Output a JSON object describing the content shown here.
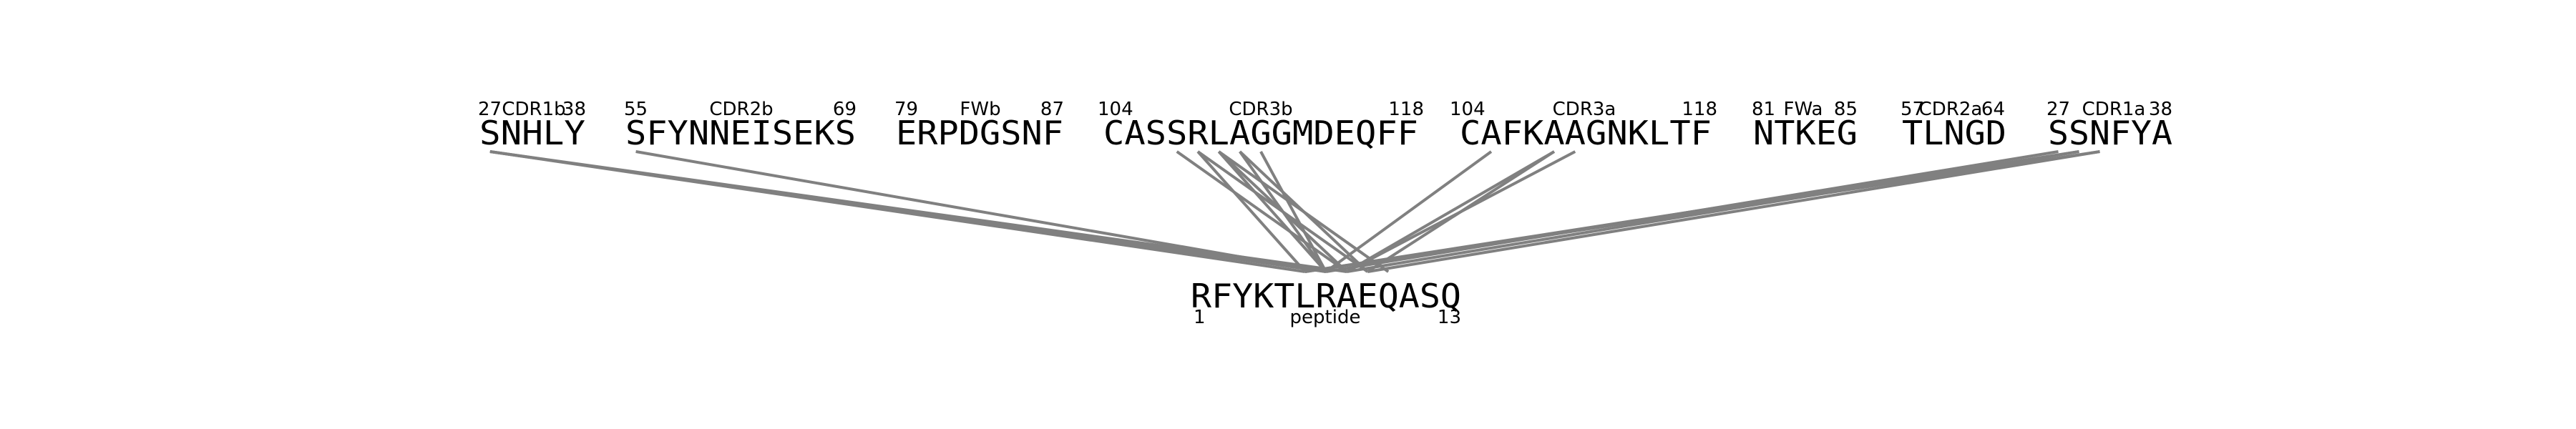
{
  "colors": {
    "links": "#808080",
    "text": "#000000",
    "background": "#ffffff"
  },
  "segments": [
    {
      "id": "cdr1b",
      "sequence": "SNHLY",
      "start": "27",
      "name": "CDR1b",
      "end": "38"
    },
    {
      "id": "cdr2b",
      "sequence": "SFYNNEISEKS",
      "start": "55",
      "name": "CDR2b",
      "end": "69"
    },
    {
      "id": "fwb",
      "sequence": "ERPDGSNF",
      "start": "79",
      "name": "FWb",
      "end": "87"
    },
    {
      "id": "cdr3b",
      "sequence": "CASSRLAGGMDEQFF",
      "start": "104",
      "name": "CDR3b",
      "end": "118"
    },
    {
      "id": "cdr3a",
      "sequence": "CAFKAAGNKLTF",
      "start": "104",
      "name": "CDR3a",
      "end": "118"
    },
    {
      "id": "fwa",
      "sequence": "NTKEG",
      "start": "81",
      "name": "FWa",
      "end": "85"
    },
    {
      "id": "cdr2a",
      "sequence": "TLNGD",
      "start": "57",
      "name": "CDR2a",
      "end": "64"
    },
    {
      "id": "cdr1a",
      "sequence": "SSNFYA",
      "start": "27",
      "name": "CDR1a",
      "end": "38"
    }
  ],
  "peptide": {
    "sequence": "RFYKTLRAEQASQ",
    "start": "1",
    "name": "peptide",
    "end": "13"
  },
  "contacts": [
    {
      "segment": "cdr1b",
      "residue": 1,
      "peptide_residue": 6
    },
    {
      "segment": "cdr1b",
      "residue": 1,
      "peptide_residue": 7
    },
    {
      "segment": "cdr1b",
      "residue": 1,
      "peptide_residue": 8
    },
    {
      "segment": "cdr2b",
      "residue": 1,
      "peptide_residue": 7
    },
    {
      "segment": "cdr3b",
      "residue": 4,
      "peptide_residue": 8
    },
    {
      "segment": "cdr3b",
      "residue": 5,
      "peptide_residue": 6
    },
    {
      "segment": "cdr3b",
      "residue": 5,
      "peptide_residue": 9
    },
    {
      "segment": "cdr3b",
      "residue": 6,
      "peptide_residue": 7
    },
    {
      "segment": "cdr3b",
      "residue": 6,
      "peptide_residue": 8
    },
    {
      "segment": "cdr3b",
      "residue": 6,
      "peptide_residue": 10
    },
    {
      "segment": "cdr3b",
      "residue": 7,
      "peptide_residue": 7
    },
    {
      "segment": "cdr3b",
      "residue": 7,
      "peptide_residue": 9
    },
    {
      "segment": "cdr3b",
      "residue": 8,
      "peptide_residue": 7
    },
    {
      "segment": "cdr3a",
      "residue": 2,
      "peptide_residue": 7
    },
    {
      "segment": "cdr3a",
      "residue": 5,
      "peptide_residue": 8
    },
    {
      "segment": "cdr3a",
      "residue": 5,
      "peptide_residue": 9
    },
    {
      "segment": "cdr3a",
      "residue": 6,
      "peptide_residue": 8
    },
    {
      "segment": "cdr1a",
      "residue": 1,
      "peptide_residue": 7
    },
    {
      "segment": "cdr1a",
      "residue": 2,
      "peptide_residue": 6
    },
    {
      "segment": "cdr1a",
      "residue": 2,
      "peptide_residue": 8
    },
    {
      "segment": "cdr1a",
      "residue": 3,
      "peptide_residue": 6
    },
    {
      "segment": "cdr1a",
      "residue": 3,
      "peptide_residue": 9
    }
  ]
}
